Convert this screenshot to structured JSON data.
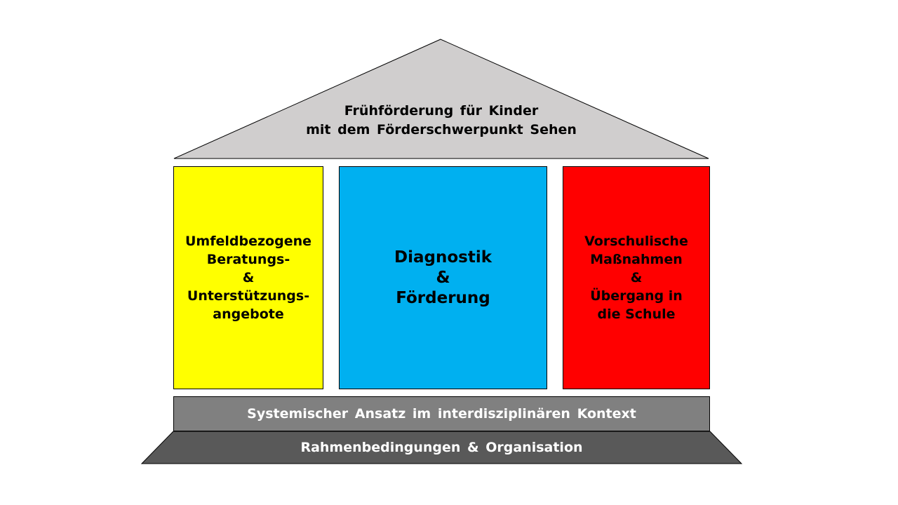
{
  "roof": {
    "line1": "Frühförderung für Kinder",
    "line2": "mit dem Förderschwerpunkt Sehen",
    "color": "#d0cece"
  },
  "pillars": [
    {
      "lines": [
        "Umfeldbezogene",
        "Beratungs-",
        "&",
        "Unterstützungs-",
        "angebote"
      ],
      "color": "#ffff00"
    },
    {
      "lines": [
        "Diagnostik",
        "&",
        "Förderung"
      ],
      "color": "#00b0f0"
    },
    {
      "lines": [
        "Vorschulische",
        "Maßnahmen",
        "&",
        "Übergang in",
        "die Schule"
      ],
      "color": "#ff0000"
    }
  ],
  "systemic_bar": {
    "label": "Systemischer Ansatz im interdisziplinären Kontext",
    "color": "#808080"
  },
  "base": {
    "label": "Rahmenbedingungen & Organisation",
    "color": "#595959"
  }
}
